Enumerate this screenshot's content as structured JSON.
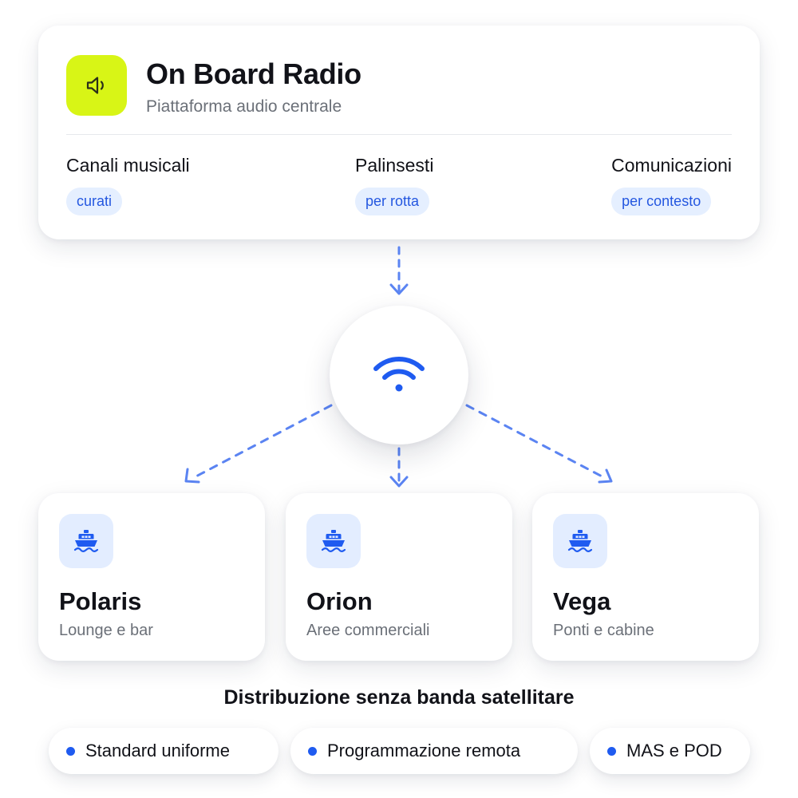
{
  "header": {
    "title": "On Board Radio",
    "subtitle": "Piattaforma audio centrale",
    "icon": "speaker-icon",
    "accent_color": "#d8f516"
  },
  "features": [
    {
      "label": "Canali musicali",
      "badge": "curati"
    },
    {
      "label": "Palinsesti",
      "badge": "per rotta"
    },
    {
      "label": "Comunicazioni",
      "badge": "per contesto"
    }
  ],
  "hub": {
    "icon": "wifi-icon",
    "color": "#1f5bf0"
  },
  "ships": [
    {
      "name": "Polaris",
      "area": "Lounge e bar",
      "icon": "ship-icon"
    },
    {
      "name": "Orion",
      "area": "Aree commerciali",
      "icon": "ship-icon"
    },
    {
      "name": "Vega",
      "area": "Ponti e cabine",
      "icon": "ship-icon"
    }
  ],
  "footer": {
    "title": "Distribuzione senza banda satellitare",
    "pills": [
      "Standard uniforme",
      "Programmazione remota",
      "MAS e POD"
    ]
  },
  "colors": {
    "primary_blue": "#1f5bf0",
    "badge_bg": "#e5efff",
    "icon_tile_bg": "#e3edff",
    "muted_text": "#6b7078"
  }
}
